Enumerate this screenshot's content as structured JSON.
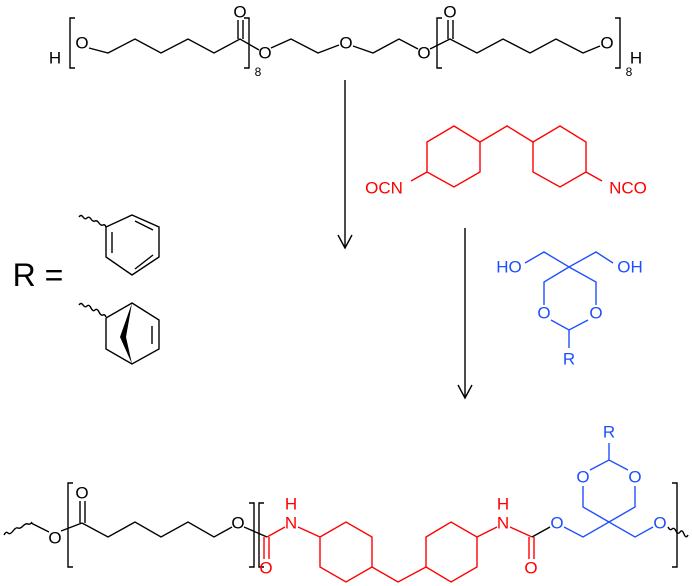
{
  "colors": {
    "bonds": "#000000",
    "diisocyanate": "#ff0000",
    "diol": "#1f4fff"
  },
  "top_polymer": {
    "atoms": [
      "H",
      "O",
      "O",
      "O",
      "O",
      "O",
      "O",
      "O",
      "H"
    ],
    "subscripts": [
      "8",
      "8"
    ]
  },
  "diisocyanate": {
    "groups": [
      "OCN",
      "NCO"
    ]
  },
  "diol": {
    "atoms": [
      "HO",
      "OH",
      "O",
      "O",
      "R"
    ]
  },
  "r_definition": {
    "label": "R =",
    "options": [
      "phenyl",
      "norbornenyl"
    ]
  },
  "product": {
    "atoms": [
      "O",
      "O",
      "O",
      "O",
      "N",
      "H",
      "N",
      "H",
      "O",
      "O",
      "O",
      "O",
      "R",
      "O"
    ]
  }
}
